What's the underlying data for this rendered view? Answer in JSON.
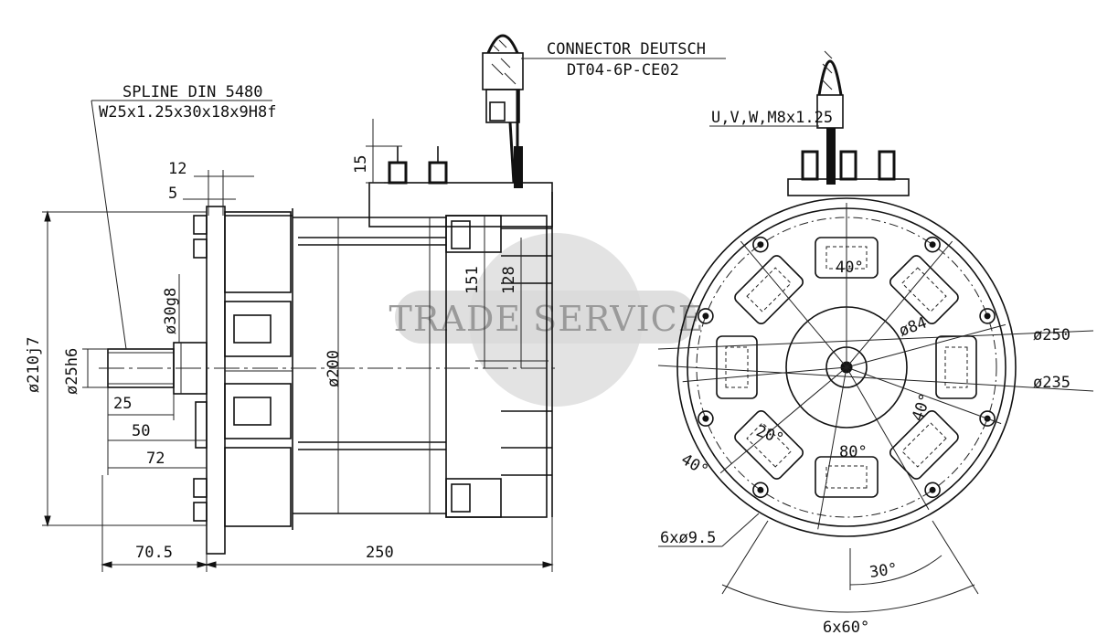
{
  "watermark": {
    "text": "TRADE SERVICE"
  },
  "side_view": {
    "spline_title": "SPLINE DIN 5480",
    "spline_spec": "W25x1.25x30x18x9H8f",
    "connector_title": "CONNECTOR DEUTSCH",
    "connector_part": "DT04-6P-CE02",
    "dim_12": "12",
    "dim_5": "5",
    "dim_15": "15",
    "dim_151": "151",
    "dim_128": "128",
    "dim_dia210": "ø210j7",
    "dim_dia25": "ø25h6",
    "dim_dia30": "ø30g8",
    "dim_dia200": "ø200",
    "dim_25": "25",
    "dim_50": "50",
    "dim_72": "72",
    "dim_70_5": "70.5",
    "dim_250": "250"
  },
  "front_view": {
    "terminal_label": "U,V,W,M8x1.25",
    "angle_40_top": "40°",
    "angle_40_right": "40°",
    "angle_40_left": "40°",
    "angle_20": "20°",
    "angle_80": "80°",
    "angle_30": "30°",
    "dia_84": "ø84",
    "dia_250": "ø250",
    "dia_235": "ø235",
    "holes": "6xø9.5",
    "pattern": "6x60°"
  }
}
